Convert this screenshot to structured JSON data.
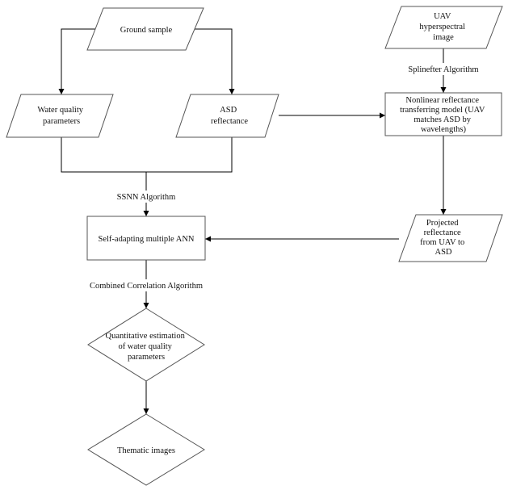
{
  "nodes": {
    "ground_sample": {
      "lines": [
        "Ground sample"
      ]
    },
    "uav_image": {
      "lines": [
        "UAV",
        "hyperspectral",
        "image"
      ]
    },
    "water_quality_params": {
      "lines": [
        "Water quality",
        "parameters"
      ]
    },
    "asd_reflectance": {
      "lines": [
        "ASD",
        "reflectance"
      ]
    },
    "nonlinear_model": {
      "lines": [
        "Nonlinear reflectance",
        "transferring model (UAV",
        "matches ASD by",
        "wavelengths)"
      ]
    },
    "self_adapting_ann": {
      "lines": [
        "Self-adapting multiple ANN"
      ]
    },
    "projected_reflectance": {
      "lines": [
        "Projected",
        "reflectance",
        "from UAV to",
        "ASD"
      ]
    },
    "quantitative_estimation": {
      "lines": [
        "Quantitative estimation",
        "of water quality",
        "parameters"
      ]
    },
    "thematic_images": {
      "lines": [
        "Thematic images"
      ]
    }
  },
  "edge_labels": {
    "spline_filter": "Splinefter Algorithm",
    "ssnn": "SSNN Algorithm",
    "combined_correlation": "Combined Correlation Algorithm"
  }
}
